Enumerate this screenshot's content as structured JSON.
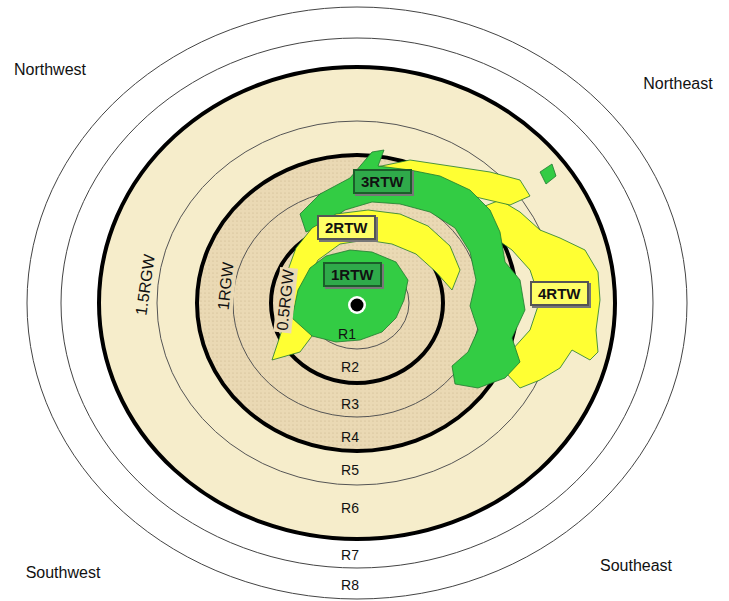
{
  "diagram": {
    "nodes": [
      {
        "text": [
          "3RTW"
        ]
      },
      {
        "text": [
          "2RTW"
        ]
      },
      {
        "text": [
          "1RTW"
        ]
      },
      {
        "text": [
          "4RTW"
        ]
      }
    ],
    "labels": [
      "Northwest",
      "Northeast",
      "1.5RGW",
      "1RGW",
      "0.5RGW",
      "R1",
      "R2",
      "R3",
      "R4",
      "R5",
      "R6",
      "R7",
      "R8",
      "Southwest",
      "Southeast"
    ]
  }
}
